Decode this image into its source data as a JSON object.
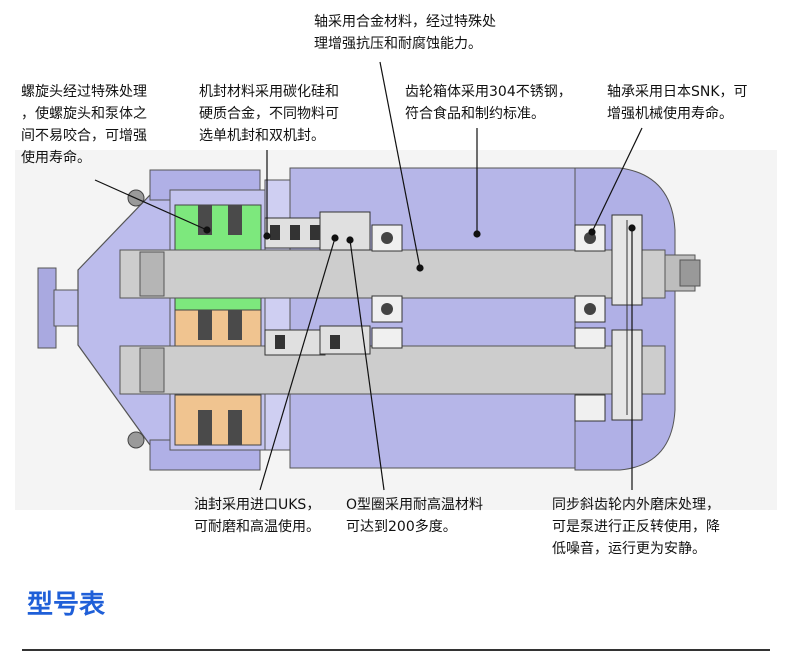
{
  "annotations": {
    "shaft": [
      "轴采用合金材料，经过特殊处",
      "理增强抗压和耐腐蚀能力。"
    ],
    "screw_head": [
      "螺旋头经过特殊处理",
      "，使螺旋头和泵体之",
      "间不易咬合，可增强",
      "使用寿命。"
    ],
    "mech_seal": [
      "机封材料采用碳化硅和",
      "硬质合金，不同物料可",
      "选单机封和双机封。"
    ],
    "gearbox": [
      "齿轮箱体采用304不锈钢，",
      "符合食品和制约标准。"
    ],
    "bearing": [
      "轴承采用日本SNK，可",
      "增强机械使用寿命。"
    ],
    "oil_seal": [
      "油封采用进口UKS，",
      "可耐磨和高温使用。"
    ],
    "o_ring": [
      "O型圈采用耐高温材料",
      "可达到200多度。"
    ],
    "gear": [
      "同步斜齿轮内外磨床处理，",
      "可是泵进行正反转使用，降",
      "低噪音，运行更为安静。"
    ]
  },
  "section_title": "型号表",
  "colors": {
    "body": "#b8b8ea",
    "body_dark": "#8a8ad0",
    "shaft": "#cdcdcd",
    "rotor_green": "#7de87d",
    "rotor_orange": "#f0c490",
    "title_blue": "#1f5fd8"
  }
}
